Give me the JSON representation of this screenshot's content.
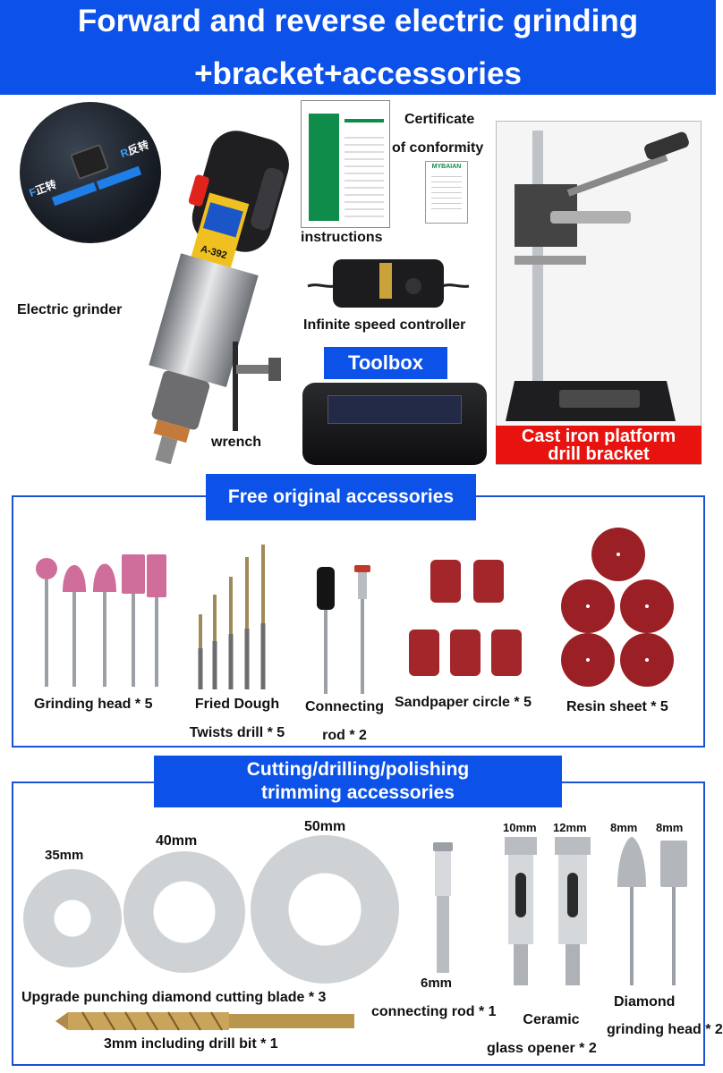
{
  "header": {
    "line1": "Forward and reverse electric grinding",
    "line2": "+bracket+accessories"
  },
  "colors": {
    "brand_blue": "#0d52e8",
    "accent_red": "#e8130f",
    "panel_border": "#1a52d0"
  },
  "top_section": {
    "grinder_label": "Electric grinder",
    "wrench_label": "wrench",
    "instructions_label": "instructions",
    "certificate_label_1": "Certificate",
    "certificate_label_2": "of conformity",
    "controller_label": "Infinite speed controller",
    "toolbox_label": "Toolbox",
    "bracket_label_1": "Cast iron platform",
    "bracket_label_2": "drill bracket",
    "switch_forward": "正转",
    "switch_reverse": "反转",
    "switch_f": "F",
    "switch_r": "R",
    "grinder_model": "A-392",
    "cert_brand": "MYBAIAN"
  },
  "free_accessories": {
    "title": "Free original accessories",
    "items": [
      {
        "label": "Grinding head * 5"
      },
      {
        "label_1": "Fried Dough",
        "label_2": "Twists drill * 5"
      },
      {
        "label_1": "Connecting",
        "label_2": "rod * 2"
      },
      {
        "label": "Sandpaper circle * 5"
      },
      {
        "label": "Resin sheet * 5"
      }
    ]
  },
  "cutting_accessories": {
    "title_1": "Cutting/drilling/polishing",
    "title_2": "trimming accessories",
    "blade_sizes": [
      "35mm",
      "40mm",
      "50mm"
    ],
    "blade_label": "Upgrade punching diamond cutting blade * 3",
    "drill_label": "3mm including drill bit * 1",
    "rod_size": "6mm",
    "rod_label": "connecting rod * 1",
    "opener_sizes": [
      "10mm",
      "12mm"
    ],
    "opener_label_1": "Ceramic",
    "opener_label_2": "glass opener * 2",
    "diamond_sizes": [
      "8mm",
      "8mm"
    ],
    "diamond_label_1": "Diamond",
    "diamond_label_2": "grinding head * 2"
  }
}
